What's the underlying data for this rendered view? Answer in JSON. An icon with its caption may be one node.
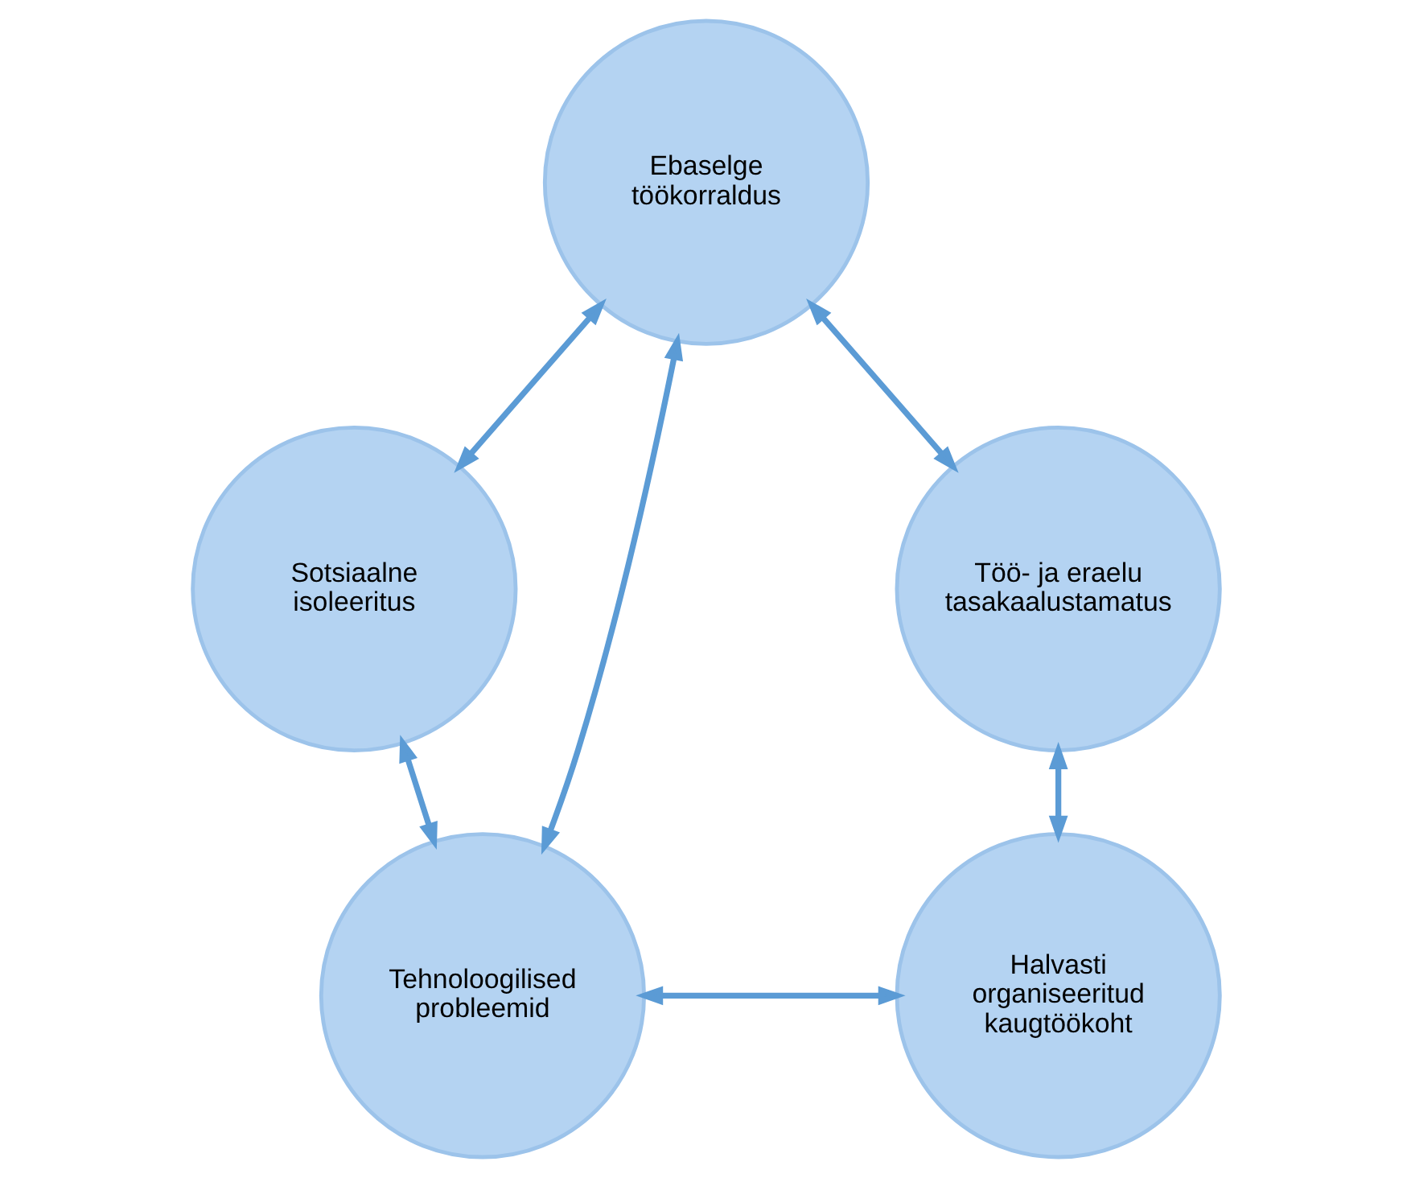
{
  "diagram": {
    "nodes": [
      {
        "text": [
          "Ebaselge töökorraldus"
        ]
      },
      {
        "text": [
          "Töö- ja eraelu tasakaalustamatus"
        ]
      },
      {
        "text": [
          "Sotsiaalne isoleeritus"
        ]
      },
      {
        "text": [
          "Tehnoloogilised probleemid"
        ]
      },
      {
        "text": [
          "Halvasti organiseeritud kaugtöökoht"
        ]
      }
    ],
    "edges": [
      {
        "from": 0,
        "to": 1,
        "arrow": "both"
      },
      {
        "from": 0,
        "to": 2,
        "arrow": "both"
      },
      {
        "from": 0,
        "to": 3,
        "arrow": "both"
      },
      {
        "from": 1,
        "to": 4,
        "arrow": "both"
      },
      {
        "from": 2,
        "to": 3,
        "arrow": "both"
      },
      {
        "from": 3,
        "to": 4,
        "arrow": "both"
      }
    ]
  }
}
